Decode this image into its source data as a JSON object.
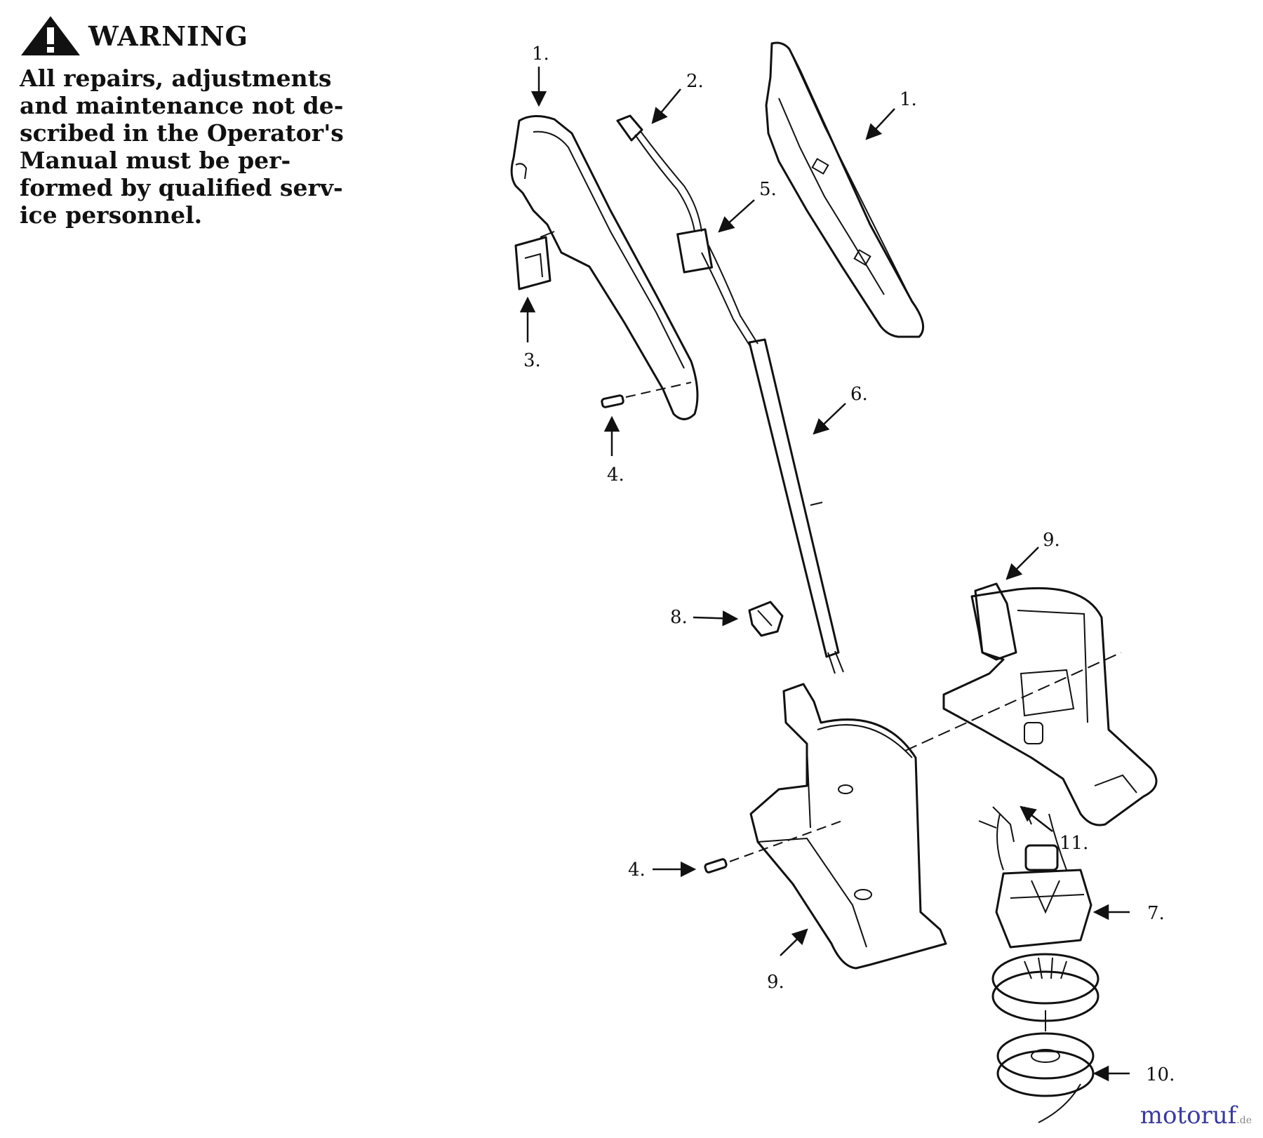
{
  "warning": {
    "title": "WARNING",
    "lines": [
      "All repairs, adjustments",
      "and maintenance not de-",
      "scribed in the Operator's",
      "Manual must be per-",
      "formed by qualified serv-",
      "ice personnel."
    ]
  },
  "callouts": {
    "c1a": "1.",
    "c1b": "1.",
    "c2": "2.",
    "c3": "3.",
    "c4a": "4.",
    "c4b": "4.",
    "c5": "5.",
    "c6": "6.",
    "c7": "7.",
    "c8": "8.",
    "c9a": "9.",
    "c9b": "9.",
    "c10": "10.",
    "c11": "11."
  },
  "watermark": {
    "brand": "motoruf",
    "suffix": ".de"
  },
  "colors": {
    "ink": "#111111",
    "watermark": "#3b3b9a"
  }
}
